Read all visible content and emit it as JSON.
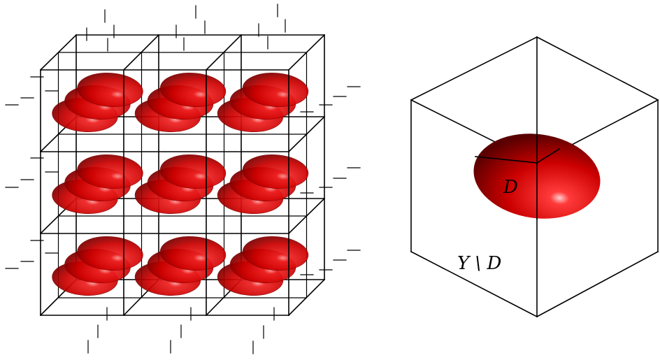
{
  "colors": {
    "inclusion": "#cc0000",
    "inclusion_dark": "#7a0000",
    "highlight": "#ffffff",
    "lines": "#000000",
    "background": "#ffffff"
  },
  "left_panel": {
    "grid_rows": 3,
    "grid_cols": 3,
    "ellipsoids_per_cell": 3
  },
  "right_panel": {
    "inclusion_label": "D",
    "matrix_label": "Y \\ D"
  }
}
